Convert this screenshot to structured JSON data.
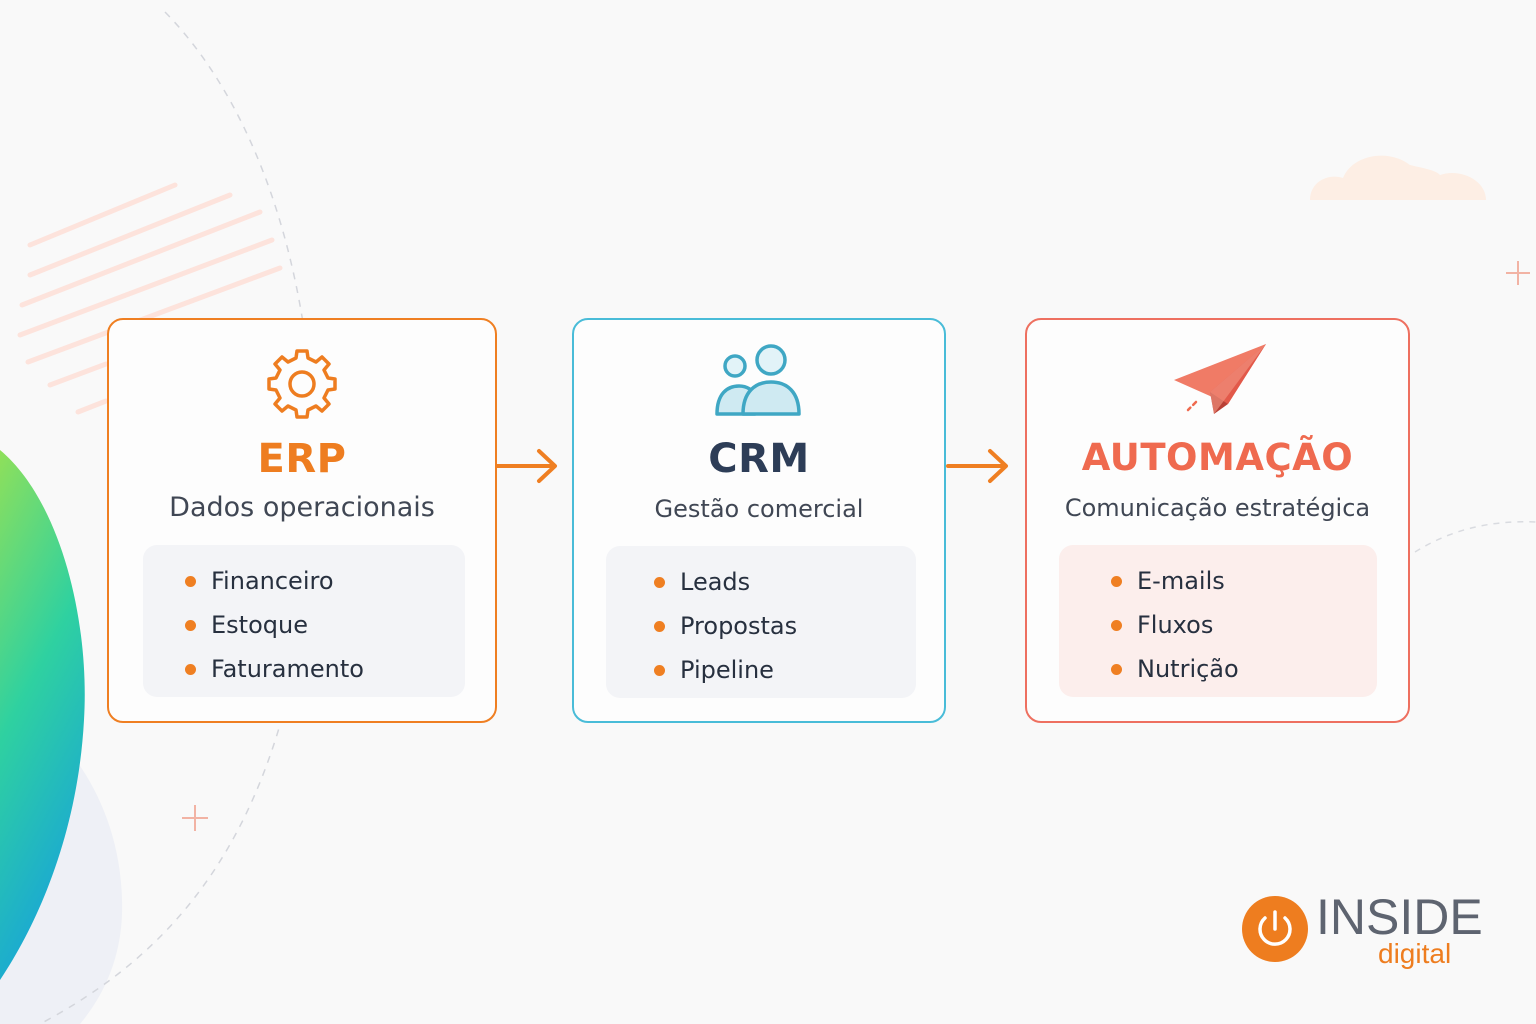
{
  "colors": {
    "erp_accent": "#ef7f22",
    "crm_accent": "#49bcd8",
    "crm_title": "#2d3d57",
    "automacao_accent": "#ee7060",
    "bullet": "#ef7f22",
    "arrow": "#ef7f22"
  },
  "cards": [
    {
      "icon": "gear-icon",
      "title": "ERP",
      "subtitle": "Dados operacionais",
      "items": [
        "Financeiro",
        "Estoque",
        "Faturamento"
      ]
    },
    {
      "icon": "users-icon",
      "title": "CRM",
      "subtitle": "Gestão comercial",
      "items": [
        "Leads",
        "Propostas",
        "Pipeline"
      ]
    },
    {
      "icon": "paper-plane-icon",
      "title": "AUTOMAÇÃO",
      "subtitle": "Comunicação estratégica",
      "items": [
        "E-mails",
        "Fluxos",
        "Nutrição"
      ]
    }
  ],
  "logo": {
    "icon": "power-icon",
    "word": "INSIDE",
    "sub": "digital"
  }
}
